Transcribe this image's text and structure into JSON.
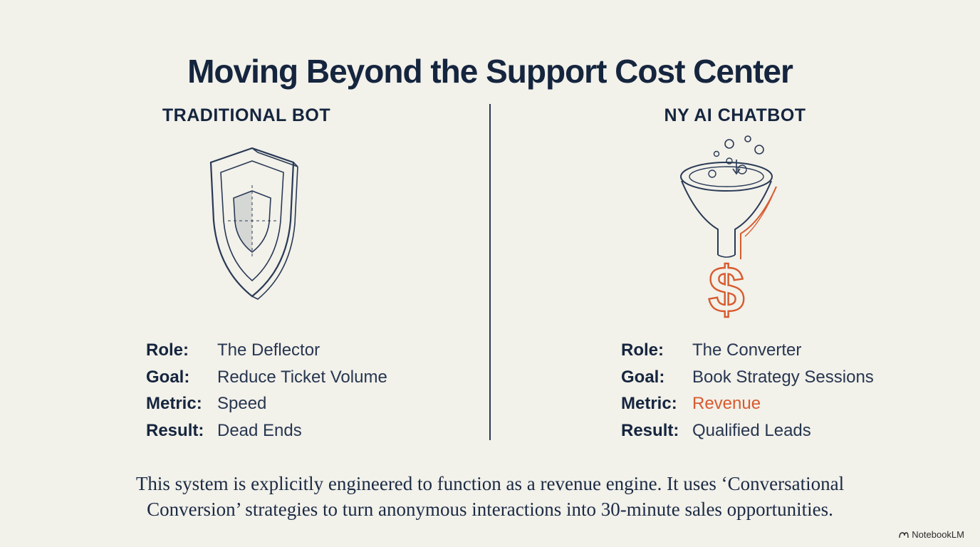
{
  "title": "Moving Beyond the Support Cost Center",
  "columns": [
    {
      "header": "TRADITIONAL BOT",
      "icon": "shield-icon",
      "rows": [
        {
          "label": "Role:",
          "value": "The Deflector"
        },
        {
          "label": "Goal:",
          "value": "Reduce Ticket Volume"
        },
        {
          "label": "Metric:",
          "value": "Speed"
        },
        {
          "label": "Result:",
          "value": "Dead Ends"
        }
      ]
    },
    {
      "header": "NY AI CHATBOT",
      "icon": "funnel-dollar-icon",
      "rows": [
        {
          "label": "Role:",
          "value": "The Converter"
        },
        {
          "label": "Goal:",
          "value": "Book Strategy Sessions"
        },
        {
          "label": "Metric:",
          "value": "Revenue",
          "highlight": true
        },
        {
          "label": "Result:",
          "value": "Qualified Leads"
        }
      ]
    }
  ],
  "footer": "This system is explicitly engineered to function as a revenue engine. It uses ‘Conversational Conversion’ strategies to turn anonymous interactions into 30-minute sales opportunities.",
  "watermark": "NotebookLM",
  "colors": {
    "navy": "#15253e",
    "orange": "#d85a2e",
    "background": "#f2f1ea"
  }
}
